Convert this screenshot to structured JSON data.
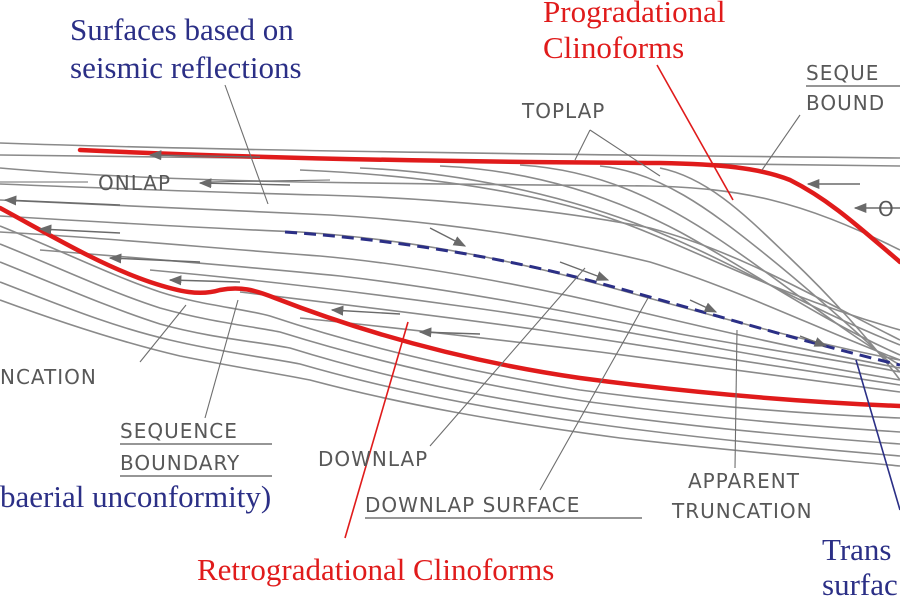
{
  "labels": {
    "surfaces_line1": "Surfaces based on",
    "surfaces_line2": "seismic reflections",
    "prograd_line1": "Progradational",
    "prograd_line2": "Clinoforms",
    "sequence_boundary_tr_line1": "SEQUE",
    "sequence_boundary_tr_line2": "BOUND",
    "toplap": "TOPLAP",
    "onlap": "ONLAP",
    "onlap_right": "O",
    "truncation": "NCATION",
    "sequence_boundary_line1": "SEQUENCE",
    "sequence_boundary_line2": "BOUNDARY",
    "subaerial": "baerial unconformity)",
    "downlap": "DOWNLAP",
    "downlap_surface": "DOWNLAP SURFACE",
    "apparent_line1": "APPARENT",
    "apparent_line2": "TRUNCATION",
    "retrograd": "Retrogradational Clinoforms",
    "transgressive_line1": "Trans",
    "transgressive_line2": "surfac"
  },
  "colors": {
    "red_annotation": "#e01b1b",
    "blue_annotation": "#2b2f86",
    "strata_gray": "#8a8a8a",
    "label_gray": "#585858"
  }
}
